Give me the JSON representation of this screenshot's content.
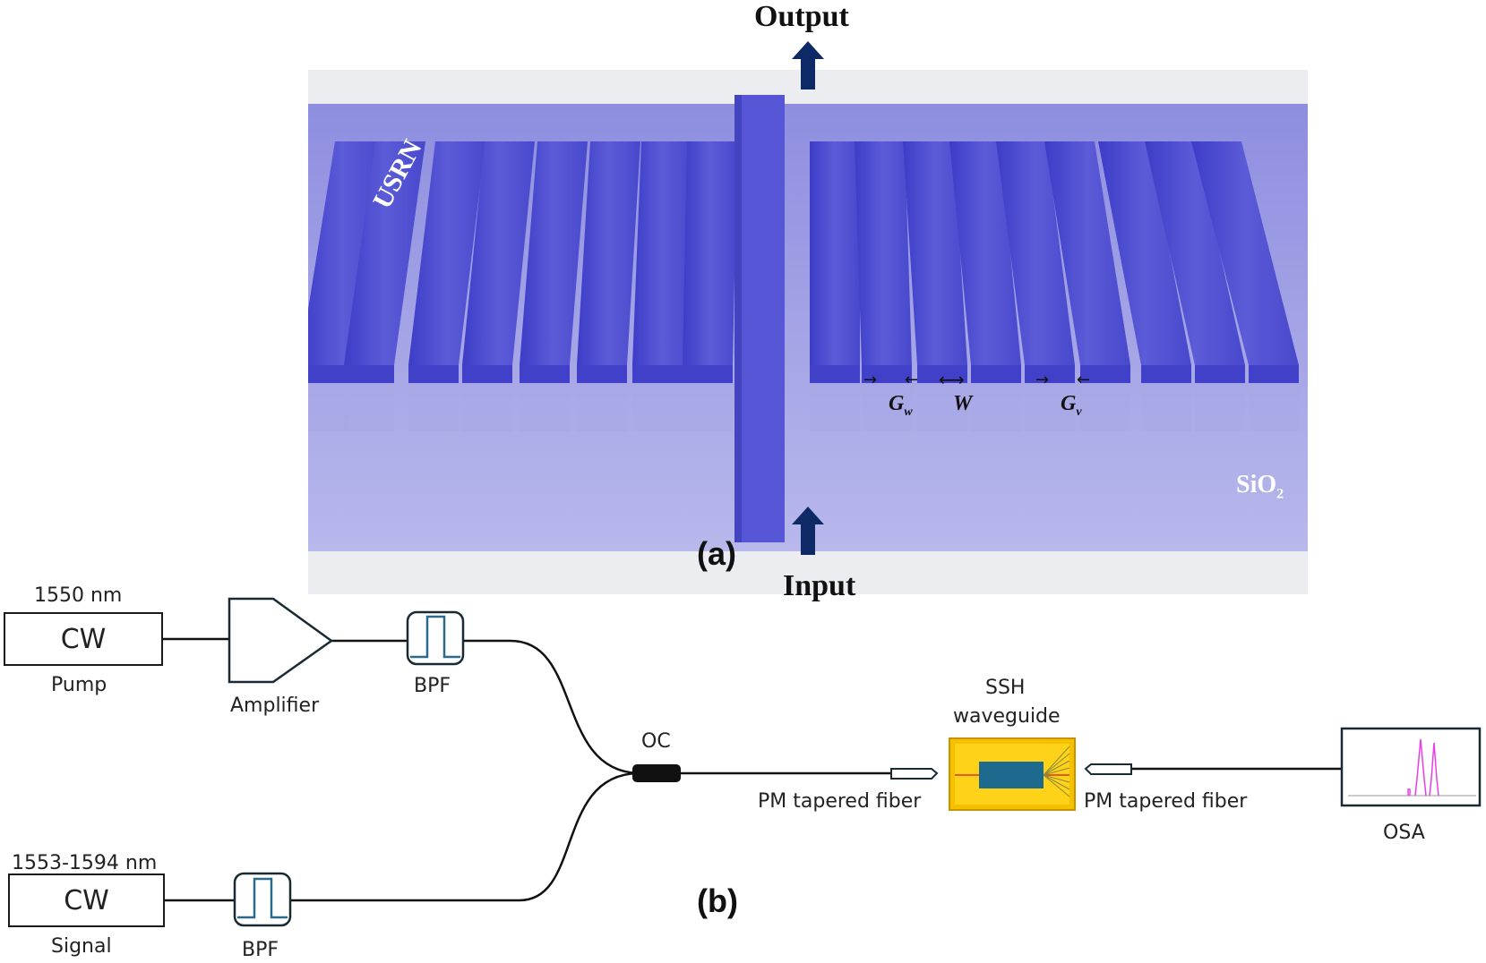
{
  "panel_a": {
    "label": "(a)",
    "output_label": "Output",
    "input_label": "Input",
    "material_core": "USRN",
    "substrate": "SiO",
    "substrate_subscript": "2",
    "dim_gw": "G",
    "dim_gw_sub": "w",
    "dim_w": "W",
    "dim_gv": "G",
    "dim_gv_sub": "v",
    "colors": {
      "waveguide": "#5a5ad6",
      "substrate": "#b4b4e8",
      "arrow": "#0d2a66"
    }
  },
  "panel_b": {
    "label": "(b)",
    "pump": {
      "wavelength": "1550 nm",
      "source": "CW",
      "name": "Pump"
    },
    "amplifier": {
      "name": "Amplifier"
    },
    "bpf_pump": {
      "name": "BPF"
    },
    "signal": {
      "wavelength": "1553-1594 nm",
      "source": "CW",
      "name": "Signal"
    },
    "bpf_signal": {
      "name": "BPF"
    },
    "coupler": {
      "name": "OC"
    },
    "fiber_in": {
      "name": "PM tapered fiber"
    },
    "device": {
      "name_line1": "SSH",
      "name_line2": "waveguide"
    },
    "fiber_out": {
      "name": "PM tapered fiber"
    },
    "analyzer": {
      "name": "OSA"
    },
    "colors": {
      "device": "#f5c000",
      "core": "#1e6a8e",
      "spectrum": "#e83ee8",
      "filter": "#2b6a8a"
    }
  }
}
